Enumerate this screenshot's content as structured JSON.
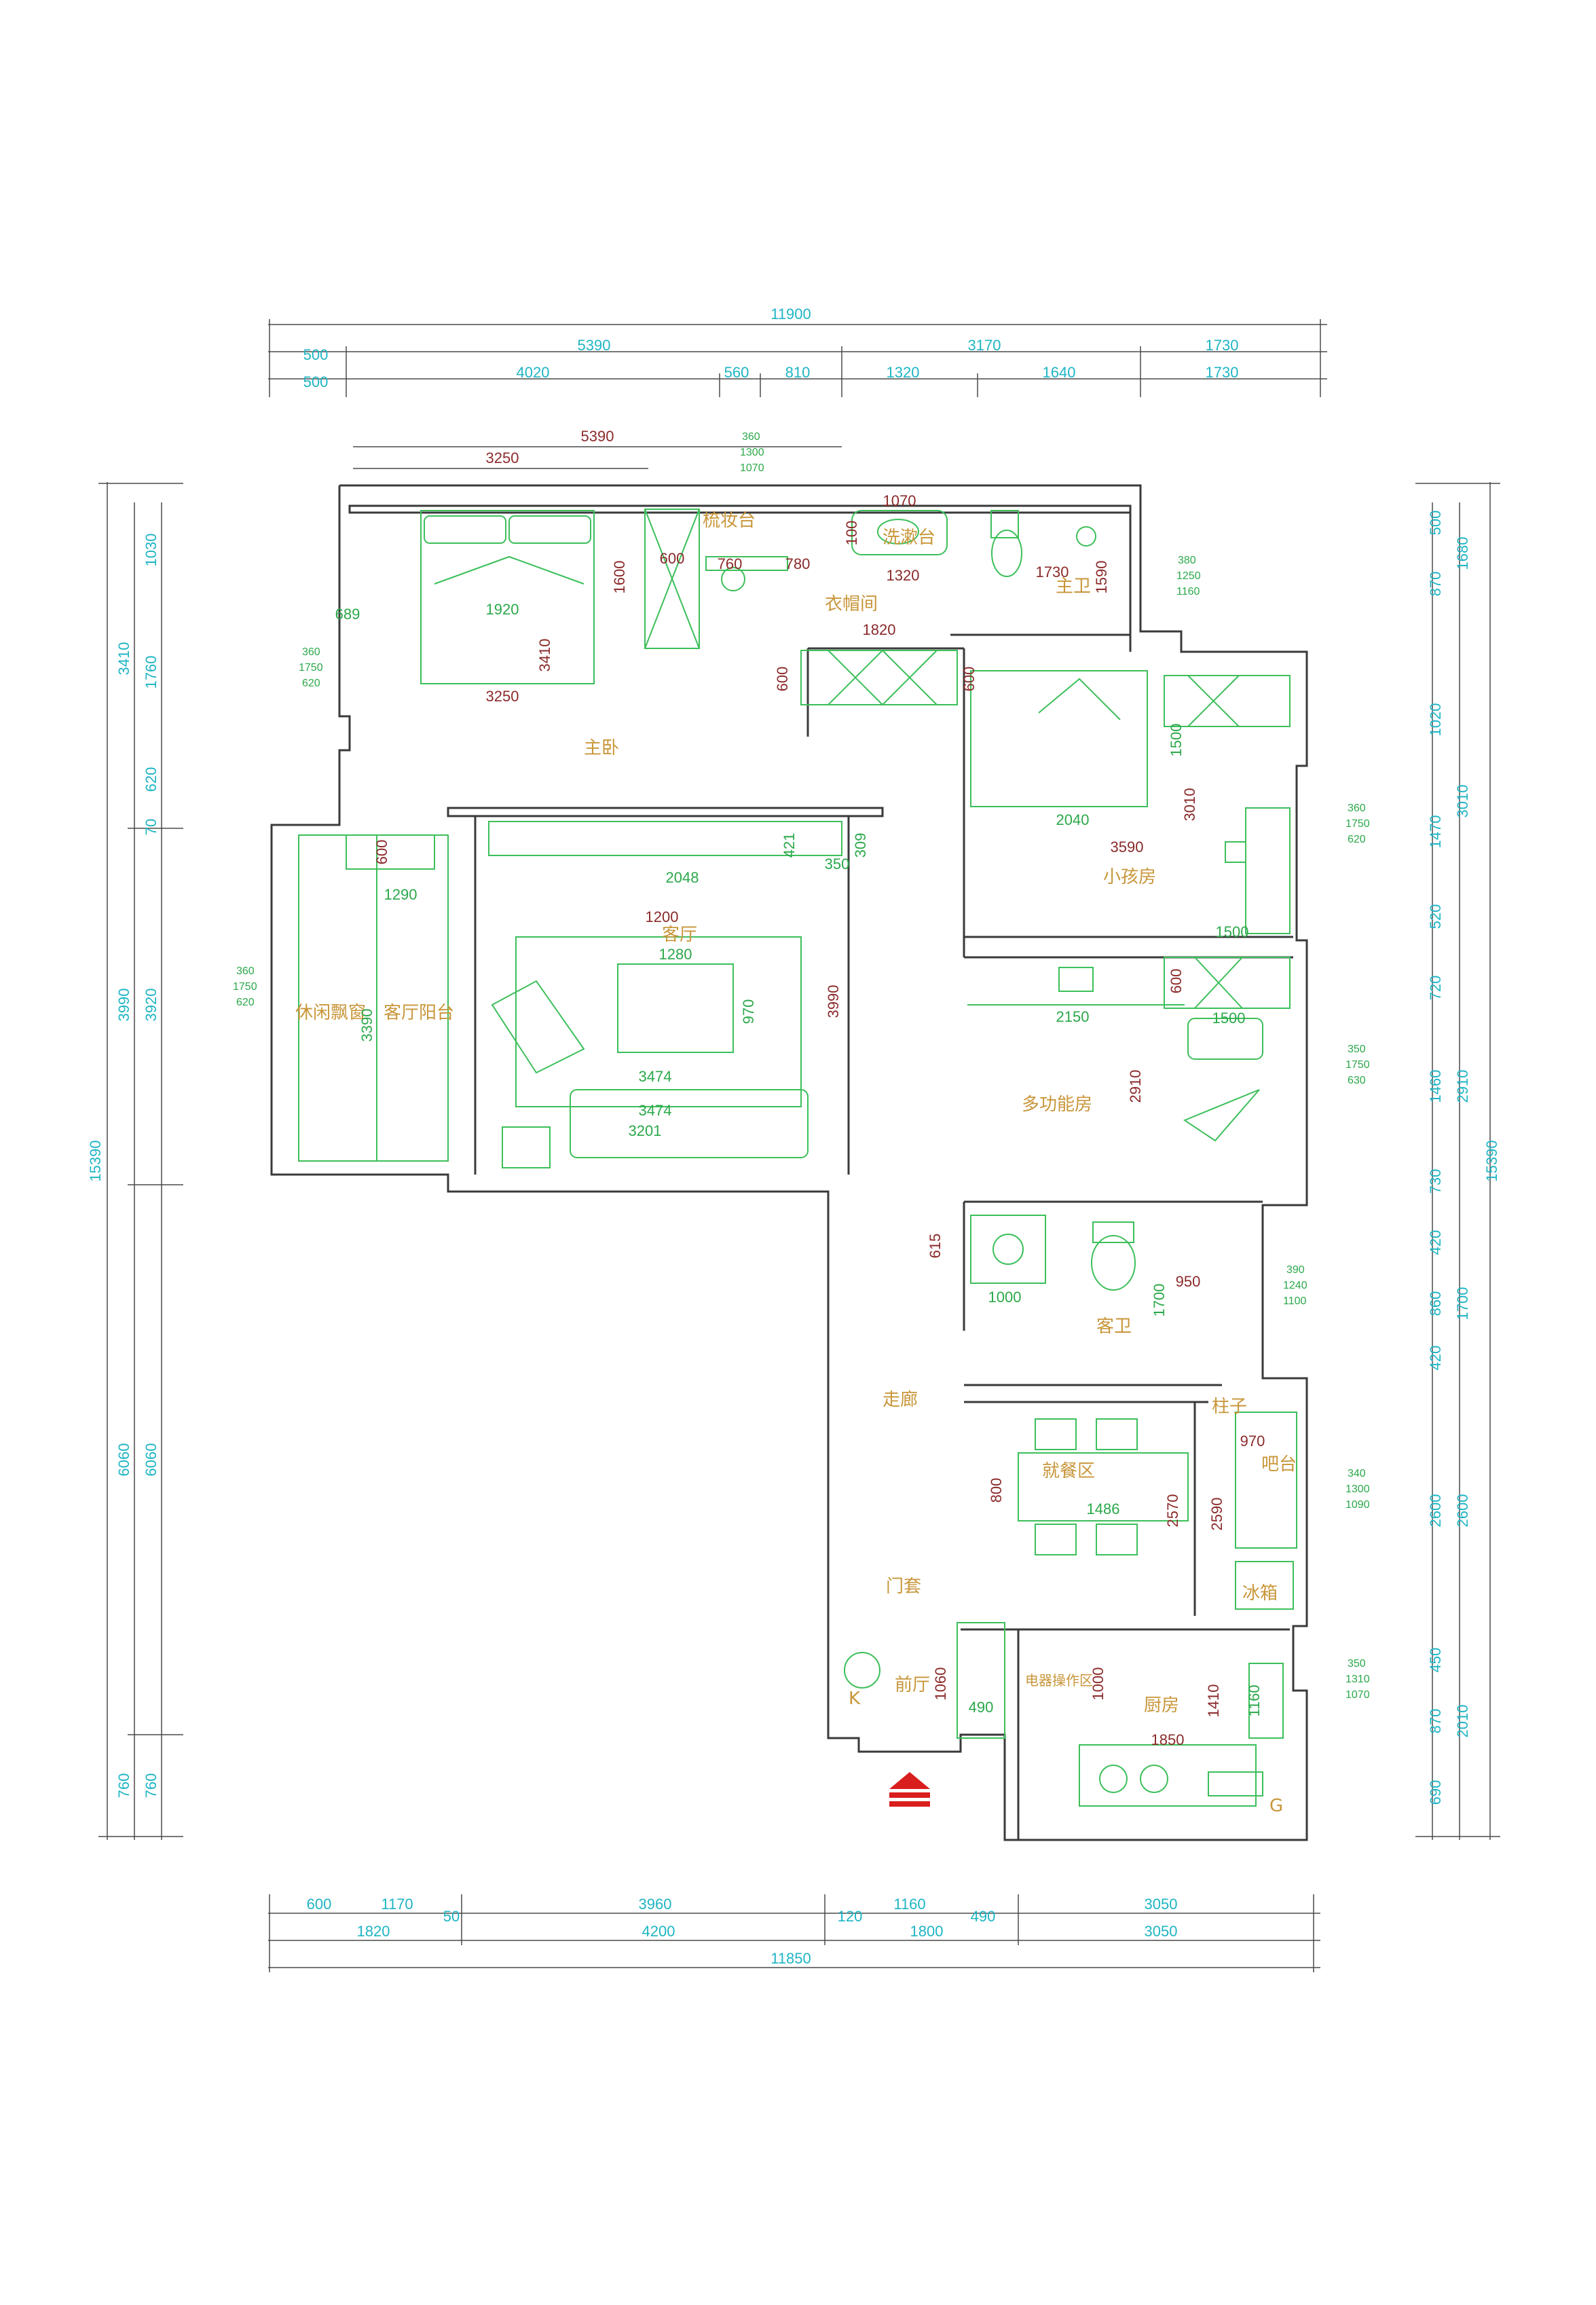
{
  "top_dims": {
    "overall": "11900",
    "row1": [
      "500",
      "5390",
      "3170",
      "1730"
    ],
    "row2": [
      "500",
      "4020",
      "560",
      "810",
      "1320",
      "1640",
      "1730"
    ]
  },
  "bottom_dims": {
    "row1": [
      "600",
      "1170",
      "50",
      "3960",
      "120",
      "1160",
      "490",
      "3050"
    ],
    "row2": [
      "1820",
      "4200",
      "1800",
      "3050"
    ],
    "overall": "11850"
  },
  "left_dims": {
    "outer": "15390",
    "mid": [
      "3410",
      "3990",
      "6060",
      "760"
    ],
    "inner": [
      "1030",
      "1760",
      "620",
      "70",
      "3920",
      "6060",
      "760"
    ]
  },
  "right_dims": {
    "outer": "15390",
    "mid": [
      "1680",
      "3010",
      "2910",
      "1700",
      "2600",
      "2010"
    ],
    "inner": [
      "500",
      "870",
      "1020",
      "1470",
      "520",
      "720",
      "1460",
      "730",
      "420",
      "860",
      "420",
      "2600",
      "450",
      "870",
      "690"
    ]
  },
  "rooms": {
    "master": "主卧",
    "vanity": "梳妆台",
    "wash": "洗漱台",
    "closet": "衣帽间",
    "master_bath": "主卫",
    "kids": "小孩房",
    "living": "客厅",
    "lounge": "休闲飘窗",
    "balcony": "客厅阳台",
    "multi": "多功能房",
    "guest_bath": "客卫",
    "corridor": "走廊",
    "dining": "就餐区",
    "column": "柱子",
    "bar": "吧台",
    "fridge": "冰箱",
    "door_cover": "门套",
    "foyer": "前厅",
    "appliance": "电器操作区",
    "kitchen": "厨房",
    "k": "K",
    "g": "G"
  },
  "inner_dims": {
    "d5390": "5390",
    "d3250a": "3250",
    "win_a": [
      "360",
      "1300",
      "1070"
    ],
    "d1070": "1070",
    "d100": "100",
    "d600a": "600",
    "d760": "760",
    "d780": "780",
    "d1600": "1600",
    "d1320": "1320",
    "d1730": "1730",
    "d1590": "1590",
    "win_b": [
      "380",
      "1250",
      "1160"
    ],
    "d689": "689",
    "d1920": "1920",
    "d3410": "3410",
    "win_c": [
      "360",
      "1750",
      "620"
    ],
    "d3250b": "3250",
    "d1820": "1820",
    "d600b": "600",
    "d600c": "600",
    "d1500a": "1500",
    "d2040": "2040",
    "d3010": "3010",
    "win_d": [
      "360",
      "1750",
      "620"
    ],
    "d3590": "3590",
    "d600d": "600",
    "d1290": "1290",
    "d2048": "2048",
    "d421": "421",
    "d350": "350",
    "d309": "309",
    "d1200": "1200",
    "d1280": "1280",
    "win_e": [
      "360",
      "1750",
      "620"
    ],
    "d970a": "970",
    "d3990": "3990",
    "d3390": "3390",
    "d3474a": "3474",
    "d3474b": "3474",
    "d3201": "3201",
    "d2150": "2150",
    "d600e": "600",
    "d1500b": "1500",
    "win_f": [
      "350",
      "1750",
      "630"
    ],
    "d2910": "2910",
    "d615": "615",
    "d1000a": "1000",
    "d950": "950",
    "d1700": "1700",
    "win_g": [
      "390",
      "1240",
      "1100"
    ],
    "d970b": "970",
    "win_h": [
      "340",
      "1300",
      "1090"
    ],
    "d800": "800",
    "d1486": "1486",
    "d2570": "2570",
    "d2590": "2590",
    "d1060": "1060",
    "d490": "490",
    "d1000b": "1000",
    "d1410": "1410",
    "d1160": "1160",
    "win_i": [
      "350",
      "1310",
      "1070"
    ],
    "d1850": "1850",
    "d1500c": "1500"
  }
}
